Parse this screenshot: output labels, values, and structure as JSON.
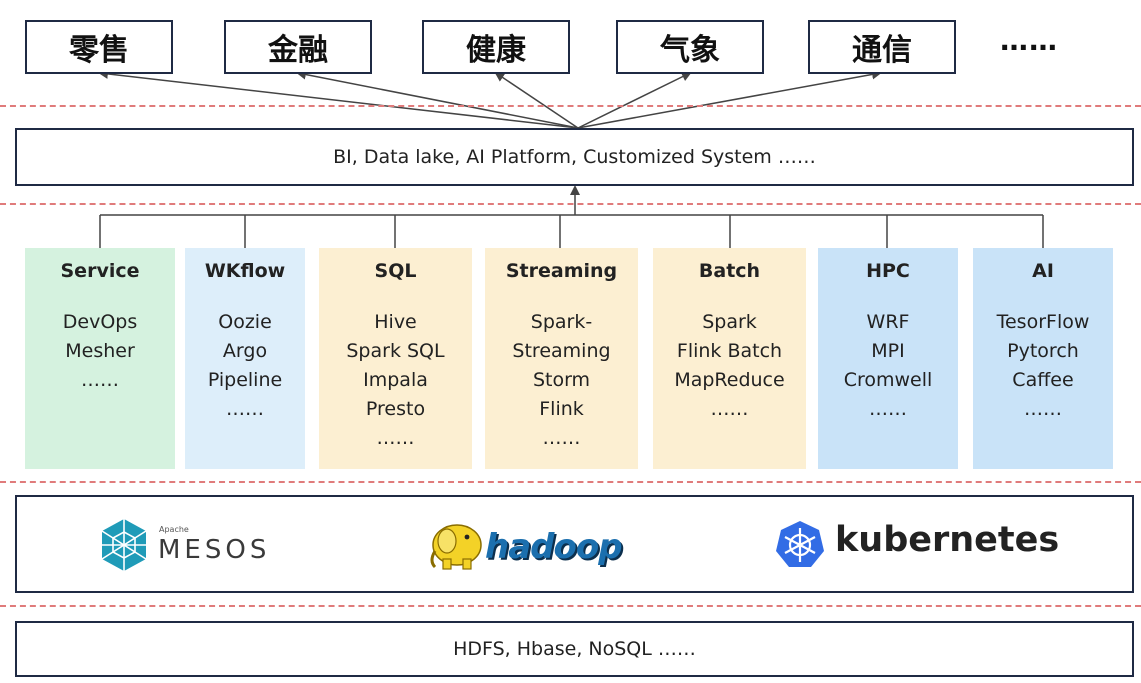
{
  "industries": [
    {
      "label": "零售"
    },
    {
      "label": "金融"
    },
    {
      "label": "健康"
    },
    {
      "label": "气象"
    },
    {
      "label": "通信"
    }
  ],
  "industries_more": "……",
  "platform": {
    "label": "BI, Data lake, AI Platform, Customized System ……"
  },
  "columns": [
    {
      "title": "Service",
      "items": [
        "DevOps",
        "Mesher",
        "……"
      ],
      "color": "#d5f2df"
    },
    {
      "title": "WKflow",
      "items": [
        "Oozie",
        "Argo",
        "Pipeline",
        "……"
      ],
      "color": "#ddeefa"
    },
    {
      "title": "SQL",
      "items": [
        "Hive",
        "Spark SQL",
        "Impala",
        "Presto",
        "……"
      ],
      "color": "#fcefd2"
    },
    {
      "title": "Streaming",
      "items": [
        "Spark-",
        "Streaming",
        "Storm",
        "Flink",
        "……"
      ],
      "color": "#fcefd2"
    },
    {
      "title": "Batch",
      "items": [
        "Spark",
        "Flink Batch",
        "MapReduce",
        "……"
      ],
      "color": "#fcefd2"
    },
    {
      "title": "HPC",
      "items": [
        "WRF",
        "MPI",
        "Cromwell",
        "……"
      ],
      "color": "#c9e3f8"
    },
    {
      "title": "AI",
      "items": [
        "TesorFlow",
        "Pytorch",
        "Caffee",
        "……"
      ],
      "color": "#c9e3f8"
    }
  ],
  "resource_managers": {
    "mesos": {
      "apache": "Apache",
      "name": "MESOS"
    },
    "hadoop": {
      "name": "hadoop"
    },
    "kubernetes": {
      "name": "kubernetes"
    }
  },
  "storage": {
    "label": "HDFS, Hbase, NoSQL ……"
  },
  "colors": {
    "border": "#1f2a44",
    "dash": "#e07b7b",
    "arrow": "#444444"
  }
}
